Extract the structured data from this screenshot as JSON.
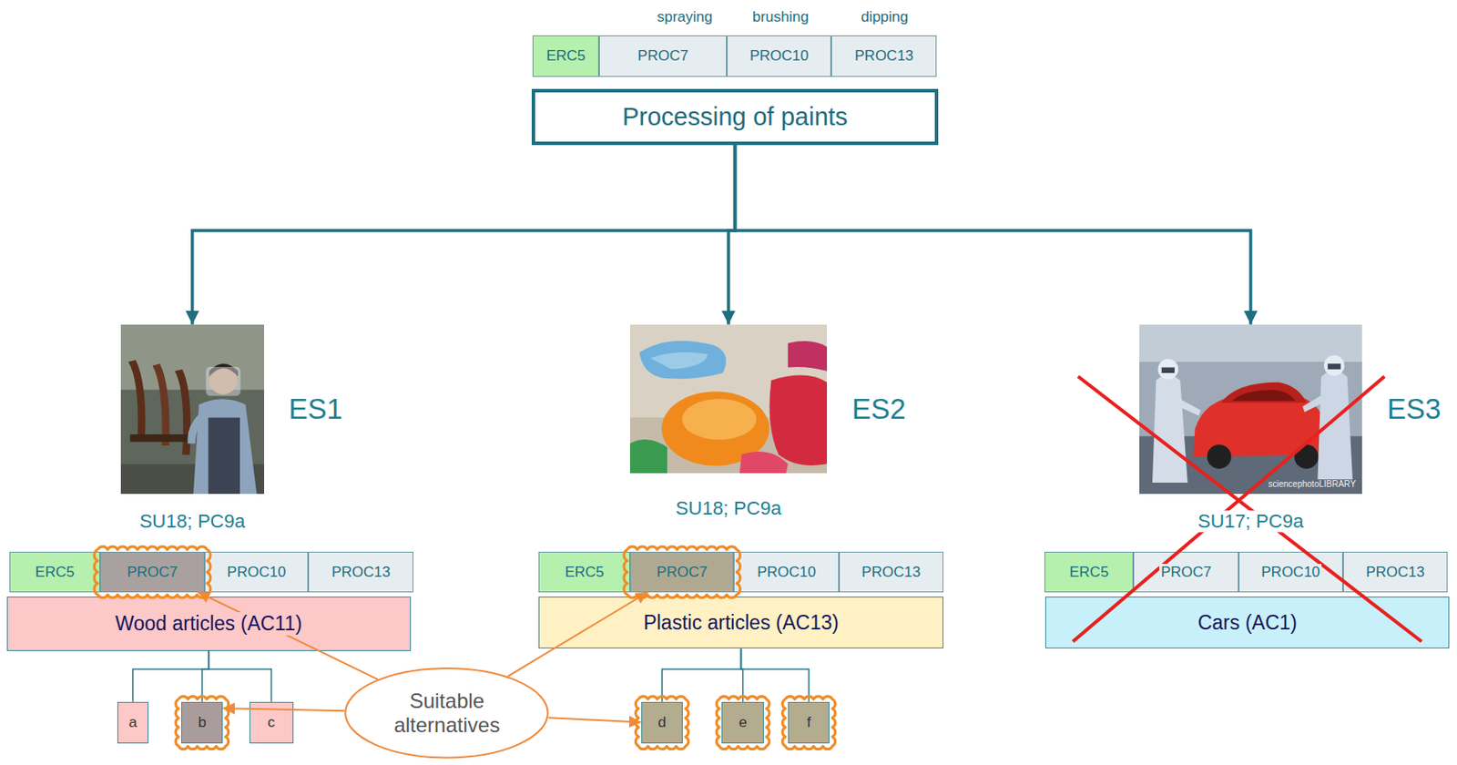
{
  "diagram": {
    "nodes": [
      {
        "text": [
          "ERC5"
        ]
      },
      {
        "text": [
          "PROC7"
        ]
      },
      {
        "text": [
          "PROC10"
        ]
      },
      {
        "text": [
          "PROC13"
        ]
      },
      {
        "text": [
          "Processing of paints"
        ]
      },
      {
        "text": [
          "ES1",
          "SU18; PC9a"
        ]
      },
      {
        "text": [
          "ES2",
          "SU18; PC9a"
        ]
      },
      {
        "text": [
          "ES3",
          "SU17; PC9a"
        ]
      },
      {
        "text": [
          "ERC5"
        ]
      },
      {
        "text": [
          "PROC7"
        ]
      },
      {
        "text": [
          "PROC10"
        ]
      },
      {
        "text": [
          "PROC13"
        ]
      },
      {
        "text": [
          "Wood articles (AC11)"
        ]
      },
      {
        "text": [
          "a"
        ]
      },
      {
        "text": [
          "b"
        ]
      },
      {
        "text": [
          "c"
        ]
      },
      {
        "text": [
          "ERC5"
        ]
      },
      {
        "text": [
          "PROC7"
        ]
      },
      {
        "text": [
          "PROC10"
        ]
      },
      {
        "text": [
          "PROC13"
        ]
      },
      {
        "text": [
          "Plastic articles (AC13)"
        ]
      },
      {
        "text": [
          "d"
        ]
      },
      {
        "text": [
          "e"
        ]
      },
      {
        "text": [
          "f"
        ]
      },
      {
        "text": [
          "ERC5"
        ]
      },
      {
        "text": [
          "PROC7"
        ]
      },
      {
        "text": [
          "PROC10"
        ]
      },
      {
        "text": [
          "PROC13"
        ]
      },
      {
        "text": [
          "Cars (AC1)"
        ]
      },
      {
        "text": [
          "Suitable alternatives"
        ]
      }
    ],
    "edges": [
      {
        "from": 4,
        "to": 5,
        "arrow": "to"
      },
      {
        "from": 4,
        "to": 6,
        "arrow": "to"
      },
      {
        "from": 4,
        "to": 7,
        "arrow": "to"
      },
      {
        "from": 12,
        "to": 13,
        "arrow": "none"
      },
      {
        "from": 12,
        "to": 14,
        "arrow": "none"
      },
      {
        "from": 12,
        "to": 15,
        "arrow": "none"
      },
      {
        "from": 20,
        "to": 21,
        "arrow": "none"
      },
      {
        "from": 20,
        "to": 22,
        "arrow": "none"
      },
      {
        "from": 20,
        "to": 23,
        "arrow": "none"
      },
      {
        "from": 29,
        "to": 9,
        "arrow": "to"
      },
      {
        "from": 29,
        "to": 14,
        "arrow": "to"
      },
      {
        "from": 29,
        "to": 17,
        "arrow": "to"
      },
      {
        "from": 29,
        "to": 21,
        "arrow": "to"
      }
    ],
    "labels": [
      "spraying",
      "brushing",
      "dipping",
      "sciencephotoLIBRARY"
    ]
  }
}
